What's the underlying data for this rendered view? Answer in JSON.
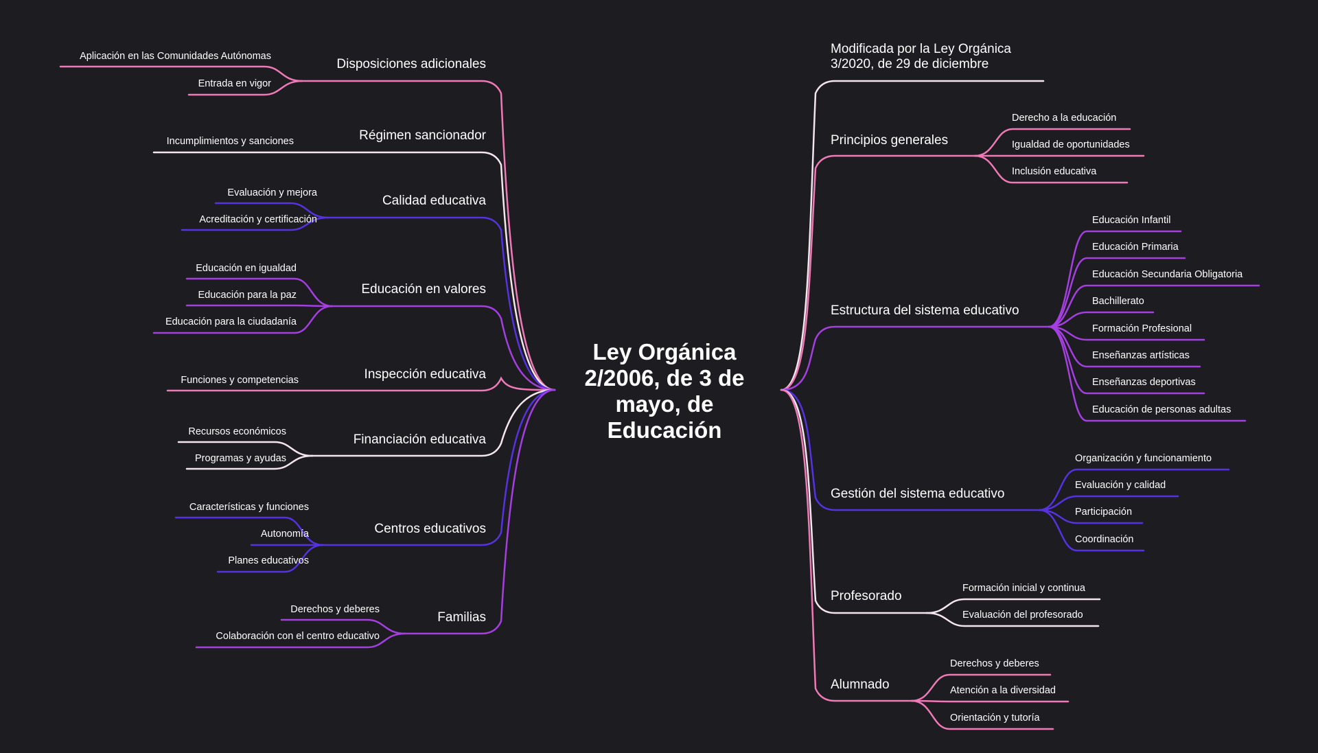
{
  "central": {
    "title": "Ley Orgánica\n2/2006, de 3 de\nmayo, de\nEducación"
  },
  "colors": {
    "background": "#1c1c21",
    "pink": "#f07ab8",
    "purple": "#a53fe0",
    "indigo": "#5632e0",
    "light": "#f5e6ee",
    "text": "#ffffff"
  },
  "left_branches": [
    {
      "label": "Disposiciones adicionales",
      "color": "pink",
      "children": [
        "Aplicación en las Comunidades Autónomas",
        "Entrada en vigor"
      ]
    },
    {
      "label": "Régimen sancionador",
      "color": "light",
      "children": [
        "Incumplimientos y sanciones"
      ]
    },
    {
      "label": "Calidad educativa",
      "color": "indigo",
      "children": [
        "Evaluación y mejora",
        "Acreditación y certificación"
      ]
    },
    {
      "label": "Educación en valores",
      "color": "purple",
      "children": [
        "Educación en igualdad",
        "Educación para la paz",
        "Educación para la ciudadanía"
      ]
    },
    {
      "label": "Inspección educativa",
      "color": "pink",
      "children": [
        "Funciones y competencias"
      ]
    },
    {
      "label": "Financiación educativa",
      "color": "light",
      "children": [
        "Recursos económicos",
        "Programas y ayudas"
      ]
    },
    {
      "label": "Centros educativos",
      "color": "indigo",
      "children": [
        "Características y funciones",
        "Autonomía",
        "Planes educativos"
      ]
    },
    {
      "label": "Familias",
      "color": "purple",
      "children": [
        "Derechos y deberes",
        "Colaboración con el centro educativo"
      ]
    }
  ],
  "right_branches": [
    {
      "label": "Modificada por la Ley Orgánica\n3/2020, de 29 de diciembre",
      "color": "light",
      "children": []
    },
    {
      "label": "Principios generales",
      "color": "pink",
      "children": [
        "Derecho a la educación",
        "Igualdad de oportunidades",
        "Inclusión educativa"
      ]
    },
    {
      "label": "Estructura del sistema educativo",
      "color": "purple",
      "children": [
        "Educación Infantil",
        "Educación Primaria",
        "Educación Secundaria Obligatoria",
        "Bachillerato",
        "Formación Profesional",
        "Enseñanzas artísticas",
        "Enseñanzas deportivas",
        "Educación de personas adultas"
      ]
    },
    {
      "label": "Gestión del sistema educativo",
      "color": "indigo",
      "children": [
        "Organización y funcionamiento",
        "Evaluación y calidad",
        "Participación",
        "Coordinación"
      ]
    },
    {
      "label": "Profesorado",
      "color": "light",
      "children": [
        "Formación inicial y continua",
        "Evaluación del profesorado"
      ]
    },
    {
      "label": "Alumnado",
      "color": "pink",
      "children": [
        "Derechos y deberes",
        "Atención a la diversidad",
        "Orientación y tutoría"
      ]
    }
  ]
}
